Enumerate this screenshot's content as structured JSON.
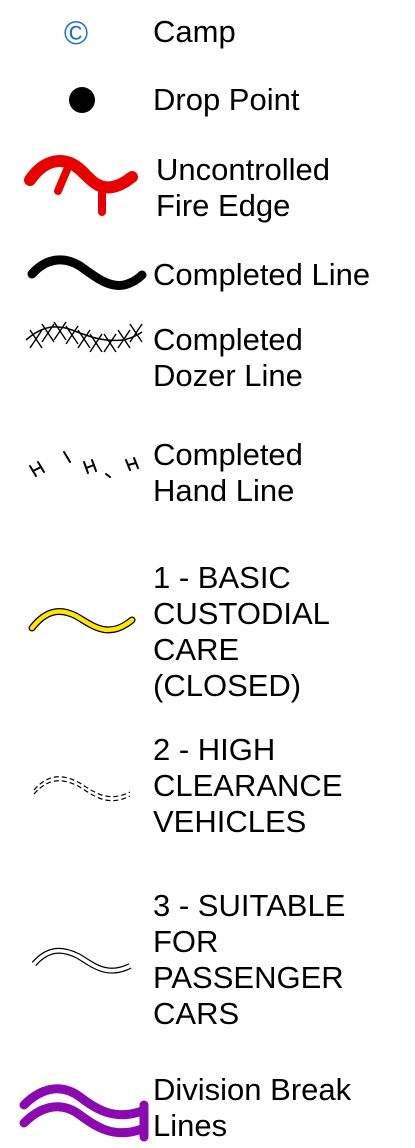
{
  "legend": {
    "items": [
      {
        "id": "camp",
        "label": "Camp",
        "icon": "camp-icon",
        "color": "#1f6fd1",
        "glyph": "©"
      },
      {
        "id": "drop_point",
        "label": "Drop Point",
        "icon": "drop-point-icon",
        "color": "#000000"
      },
      {
        "id": "uncontrolled_fire_edge",
        "label": "Uncontrolled\nFire Edge",
        "icon": "uncontrolled-fire-edge-icon",
        "color": "#e80000"
      },
      {
        "id": "completed_line",
        "label": "Completed Line",
        "icon": "completed-line-icon",
        "color": "#000000"
      },
      {
        "id": "completed_dozer_line",
        "label": "Completed\nDozer Line",
        "icon": "completed-dozer-line-icon",
        "color": "#000000"
      },
      {
        "id": "completed_hand_line",
        "label": "Completed\nHand Line",
        "icon": "completed-hand-line-icon",
        "color": "#000000"
      },
      {
        "id": "basic_custodial_care",
        "label": "1 - BASIC\nCUSTODIAL\nCARE\n(CLOSED)",
        "icon": "basic-custodial-care-road-icon",
        "color": "#ffe600"
      },
      {
        "id": "high_clearance_vehicles",
        "label": "2 - HIGH\nCLEARANCE\nVEHICLES",
        "icon": "high-clearance-road-icon",
        "color": "#000000"
      },
      {
        "id": "suitable_for_passenger_cars",
        "label": "3 - SUITABLE\nFOR\nPASSENGER\nCARS",
        "icon": "passenger-car-road-icon",
        "color": "#000000"
      },
      {
        "id": "division_break_lines",
        "label": "Division Break\nLines",
        "icon": "division-break-lines-icon",
        "color": "#8b0ab0"
      }
    ]
  }
}
